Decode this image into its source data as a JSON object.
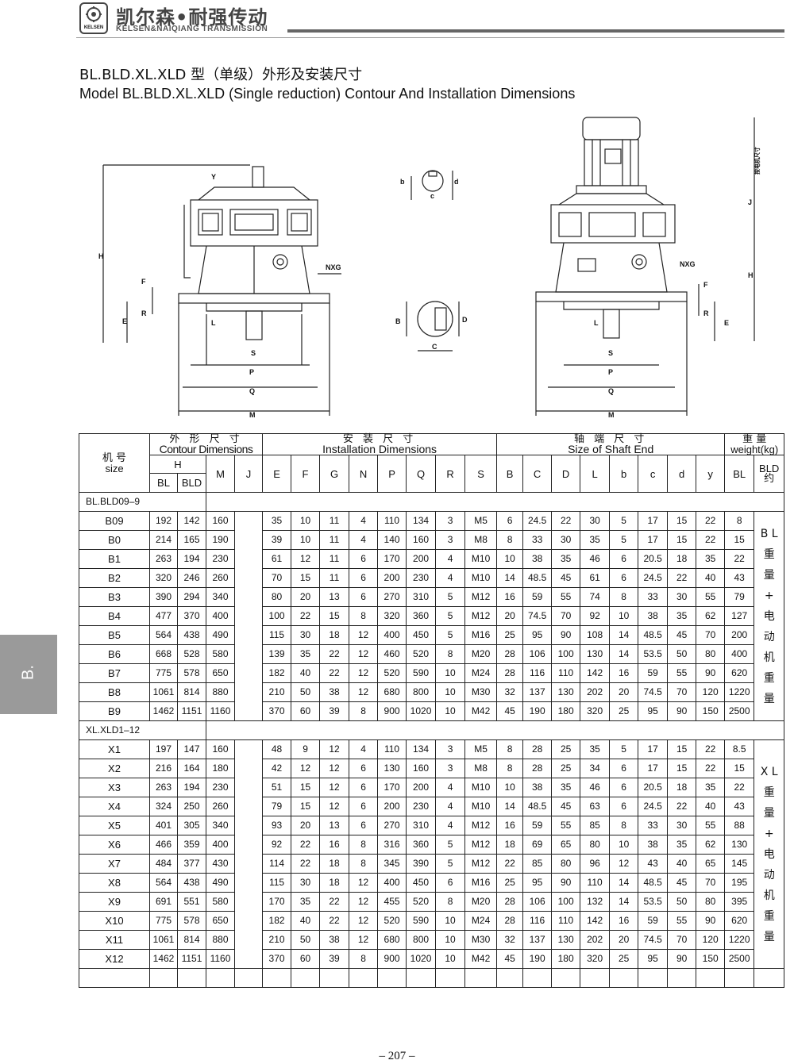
{
  "header": {
    "logo_text": "KELSEN",
    "brand_cn": "凯尔森•耐强传动",
    "brand_en": "KELSEN&NAIQIANG TRANSMISSION"
  },
  "title_cn": "BL.BLD.XL.XLD 型（单级）外形及安装尺寸",
  "title_en": "Model BL.BLD.XL.XLD (Single reduction) Contour And Installation Dimensions",
  "drawing_labels": {
    "H": "H",
    "E": "E",
    "F": "F",
    "R": "R",
    "L": "L",
    "S": "S",
    "P": "P",
    "Q": "Q",
    "M": "M",
    "Y": "Y",
    "NXG": "NXG",
    "b": "b",
    "c": "c",
    "d": "d",
    "B": "B",
    "C": "C",
    "D": "D",
    "J": "J",
    "motor_note": "按电机尺寸"
  },
  "side_tab": "B.",
  "page_number": "– 207 –",
  "table": {
    "size_cn": "机 号",
    "size_en": "size",
    "groups": [
      {
        "cn": "外 形 尺 寸",
        "en": "Contour Dimensions"
      },
      {
        "cn": "安 装 尺 寸",
        "en": "Installation Dimensions"
      },
      {
        "cn": "轴 端 尺 寸",
        "en": "Size of Shaft End"
      },
      {
        "cn": "重 量",
        "en": "weight(kg)"
      }
    ],
    "sub": {
      "H": "H",
      "BL": "BL",
      "BLD": "BLD",
      "M": "M",
      "J": "J",
      "install": [
        "E",
        "F",
        "G",
        "N",
        "P",
        "Q",
        "R",
        "S"
      ],
      "shaft": [
        "B",
        "C",
        "D",
        "L",
        "b",
        "c",
        "d",
        "y"
      ],
      "wBL": "BL",
      "wBLD": "BLD",
      "wBLD2": "约"
    },
    "bl_group_label": "BL.BLD09–9",
    "xl_group_label": "XL.XLD1–12",
    "bl_note": [
      "B L",
      "重",
      "量",
      "+",
      "电",
      "动",
      "机",
      "重",
      "量"
    ],
    "xl_note": [
      "X L",
      "重",
      "量",
      "+",
      "电",
      "动",
      "机",
      "重",
      "量"
    ],
    "bl_rows": [
      [
        "B09",
        "192",
        "142",
        "160",
        "35",
        "10",
        "11",
        "4",
        "110",
        "134",
        "3",
        "M5",
        "6",
        "24.5",
        "22",
        "30",
        "5",
        "17",
        "15",
        "22",
        "8"
      ],
      [
        "B0",
        "214",
        "165",
        "190",
        "39",
        "10",
        "11",
        "4",
        "140",
        "160",
        "3",
        "M8",
        "8",
        "33",
        "30",
        "35",
        "5",
        "17",
        "15",
        "22",
        "15"
      ],
      [
        "B1",
        "263",
        "194",
        "230",
        "61",
        "12",
        "11",
        "6",
        "170",
        "200",
        "4",
        "M10",
        "10",
        "38",
        "35",
        "46",
        "6",
        "20.5",
        "18",
        "35",
        "22"
      ],
      [
        "B2",
        "320",
        "246",
        "260",
        "70",
        "15",
        "11",
        "6",
        "200",
        "230",
        "4",
        "M10",
        "14",
        "48.5",
        "45",
        "61",
        "6",
        "24.5",
        "22",
        "40",
        "43"
      ],
      [
        "B3",
        "390",
        "294",
        "340",
        "80",
        "20",
        "13",
        "6",
        "270",
        "310",
        "5",
        "M12",
        "16",
        "59",
        "55",
        "74",
        "8",
        "33",
        "30",
        "55",
        "79"
      ],
      [
        "B4",
        "477",
        "370",
        "400",
        "100",
        "22",
        "15",
        "8",
        "320",
        "360",
        "5",
        "M12",
        "20",
        "74.5",
        "70",
        "92",
        "10",
        "38",
        "35",
        "62",
        "127"
      ],
      [
        "B5",
        "564",
        "438",
        "490",
        "115",
        "30",
        "18",
        "12",
        "400",
        "450",
        "5",
        "M16",
        "25",
        "95",
        "90",
        "108",
        "14",
        "48.5",
        "45",
        "70",
        "200"
      ],
      [
        "B6",
        "668",
        "528",
        "580",
        "139",
        "35",
        "22",
        "12",
        "460",
        "520",
        "8",
        "M20",
        "28",
        "106",
        "100",
        "130",
        "14",
        "53.5",
        "50",
        "80",
        "400"
      ],
      [
        "B7",
        "775",
        "578",
        "650",
        "182",
        "40",
        "22",
        "12",
        "520",
        "590",
        "10",
        "M24",
        "28",
        "116",
        "110",
        "142",
        "16",
        "59",
        "55",
        "90",
        "620"
      ],
      [
        "B8",
        "1061",
        "814",
        "880",
        "210",
        "50",
        "38",
        "12",
        "680",
        "800",
        "10",
        "M30",
        "32",
        "137",
        "130",
        "202",
        "20",
        "74.5",
        "70",
        "120",
        "1220"
      ],
      [
        "B9",
        "1462",
        "1151",
        "1160",
        "370",
        "60",
        "39",
        "8",
        "900",
        "1020",
        "10",
        "M42",
        "45",
        "190",
        "180",
        "320",
        "25",
        "95",
        "90",
        "150",
        "2500"
      ]
    ],
    "xl_rows": [
      [
        "X1",
        "197",
        "147",
        "160",
        "48",
        "9",
        "12",
        "4",
        "110",
        "134",
        "3",
        "M5",
        "8",
        "28",
        "25",
        "35",
        "5",
        "17",
        "15",
        "22",
        "8.5"
      ],
      [
        "X2",
        "216",
        "164",
        "180",
        "42",
        "12",
        "12",
        "6",
        "130",
        "160",
        "3",
        "M8",
        "8",
        "28",
        "25",
        "34",
        "6",
        "17",
        "15",
        "22",
        "15"
      ],
      [
        "X3",
        "263",
        "194",
        "230",
        "51",
        "15",
        "12",
        "6",
        "170",
        "200",
        "4",
        "M10",
        "10",
        "38",
        "35",
        "46",
        "6",
        "20.5",
        "18",
        "35",
        "22"
      ],
      [
        "X4",
        "324",
        "250",
        "260",
        "79",
        "15",
        "12",
        "6",
        "200",
        "230",
        "4",
        "M10",
        "14",
        "48.5",
        "45",
        "63",
        "6",
        "24.5",
        "22",
        "40",
        "43"
      ],
      [
        "X5",
        "401",
        "305",
        "340",
        "93",
        "20",
        "13",
        "6",
        "270",
        "310",
        "4",
        "M12",
        "16",
        "59",
        "55",
        "85",
        "8",
        "33",
        "30",
        "55",
        "88"
      ],
      [
        "X6",
        "466",
        "359",
        "400",
        "92",
        "22",
        "16",
        "8",
        "316",
        "360",
        "5",
        "M12",
        "18",
        "69",
        "65",
        "80",
        "10",
        "38",
        "35",
        "62",
        "130"
      ],
      [
        "X7",
        "484",
        "377",
        "430",
        "114",
        "22",
        "18",
        "8",
        "345",
        "390",
        "5",
        "M12",
        "22",
        "85",
        "80",
        "96",
        "12",
        "43",
        "40",
        "65",
        "145"
      ],
      [
        "X8",
        "564",
        "438",
        "490",
        "115",
        "30",
        "18",
        "12",
        "400",
        "450",
        "6",
        "M16",
        "25",
        "95",
        "90",
        "110",
        "14",
        "48.5",
        "45",
        "70",
        "195"
      ],
      [
        "X9",
        "691",
        "551",
        "580",
        "170",
        "35",
        "22",
        "12",
        "455",
        "520",
        "8",
        "M20",
        "28",
        "106",
        "100",
        "132",
        "14",
        "53.5",
        "50",
        "80",
        "395"
      ],
      [
        "X10",
        "775",
        "578",
        "650",
        "182",
        "40",
        "22",
        "12",
        "520",
        "590",
        "10",
        "M24",
        "28",
        "116",
        "110",
        "142",
        "16",
        "59",
        "55",
        "90",
        "620"
      ],
      [
        "X11",
        "1061",
        "814",
        "880",
        "210",
        "50",
        "38",
        "12",
        "680",
        "800",
        "10",
        "M30",
        "32",
        "137",
        "130",
        "202",
        "20",
        "74.5",
        "70",
        "120",
        "1220"
      ],
      [
        "X12",
        "1462",
        "1151",
        "1160",
        "370",
        "60",
        "39",
        "8",
        "900",
        "1020",
        "10",
        "M42",
        "45",
        "190",
        "180",
        "320",
        "25",
        "95",
        "90",
        "150",
        "2500"
      ]
    ]
  }
}
